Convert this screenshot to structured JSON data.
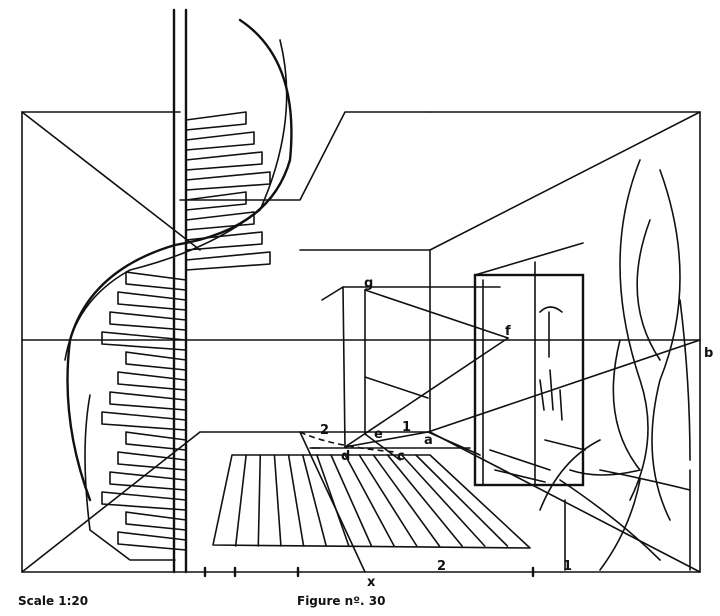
{
  "figure": {
    "labels": {
      "g": "g",
      "f": "f",
      "b": "b",
      "e": "e",
      "a": "a",
      "d": "d",
      "c": "c",
      "x": "x",
      "two_left": "2",
      "one_mid": "1",
      "two_bottom": "2",
      "one_bottom": "1"
    },
    "scale": "Scale 1:20",
    "caption": "Figure nº. 30"
  }
}
